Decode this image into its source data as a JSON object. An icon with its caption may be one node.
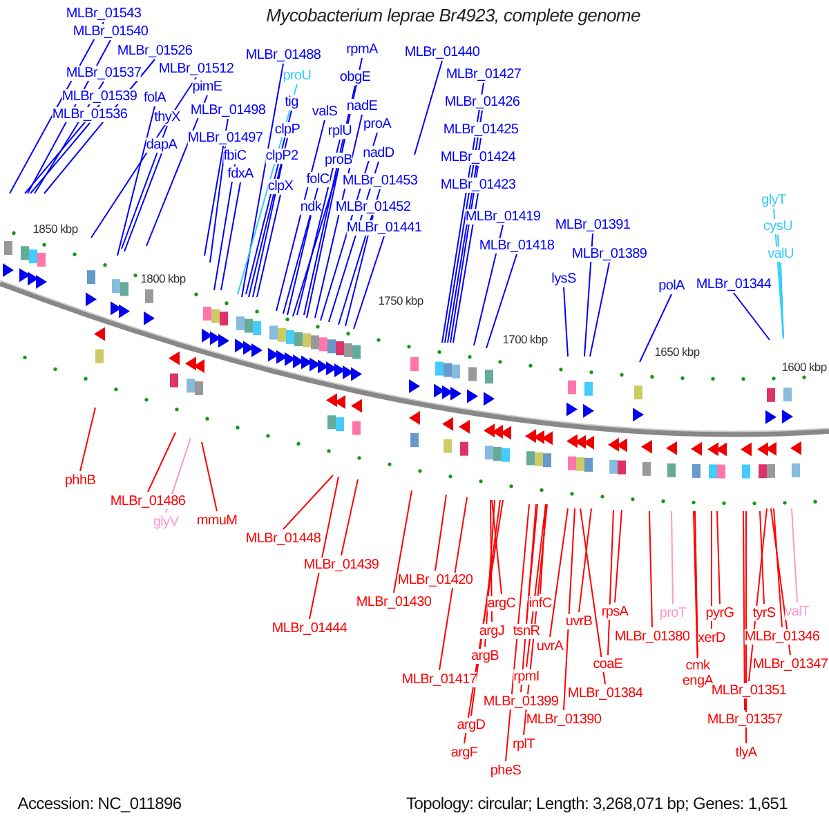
{
  "diagram": {
    "title": "Mycobacterium leprae Br4923, complete genome",
    "nodes": [
      {
        "text": [
          "MLBr_01543"
        ]
      },
      {
        "text": [
          "MLBr_01540"
        ]
      },
      {
        "text": [
          "MLBr_01526"
        ]
      },
      {
        "text": [
          "MLBr_01537"
        ]
      },
      {
        "text": [
          "MLBr_01512"
        ]
      },
      {
        "text": [
          "MLBr_01539"
        ]
      },
      {
        "text": [
          "MLBr_01536"
        ]
      },
      {
        "text": [
          "folA"
        ]
      },
      {
        "text": [
          "pimE"
        ]
      },
      {
        "text": [
          "thyX"
        ]
      },
      {
        "text": [
          "MLBr_01498"
        ]
      },
      {
        "text": [
          "dapA"
        ]
      },
      {
        "text": [
          "MLBr_01497"
        ]
      },
      {
        "text": [
          "fbiC"
        ]
      },
      {
        "text": [
          "fdxA"
        ]
      },
      {
        "text": [
          "MLBr_01488"
        ]
      },
      {
        "text": [
          "proU"
        ]
      },
      {
        "text": [
          "tig"
        ]
      },
      {
        "text": [
          "clpP"
        ]
      },
      {
        "text": [
          "clpP2"
        ]
      },
      {
        "text": [
          "clpX"
        ]
      },
      {
        "text": [
          "rpmA"
        ]
      },
      {
        "text": [
          "obgE"
        ]
      },
      {
        "text": [
          "valS"
        ]
      },
      {
        "text": [
          "nadE"
        ]
      },
      {
        "text": [
          "rplU"
        ]
      },
      {
        "text": [
          "proA"
        ]
      },
      {
        "text": [
          "proB"
        ]
      },
      {
        "text": [
          "nadD"
        ]
      },
      {
        "text": [
          "folC"
        ]
      },
      {
        "text": [
          "MLBr_01453"
        ]
      },
      {
        "text": [
          "ndk"
        ]
      },
      {
        "text": [
          "MLBr_01452"
        ]
      },
      {
        "text": [
          "MLBr_01441"
        ]
      },
      {
        "text": [
          "MLBr_01440"
        ]
      },
      {
        "text": [
          "MLBr_01427"
        ]
      },
      {
        "text": [
          "MLBr_01426"
        ]
      },
      {
        "text": [
          "MLBr_01425"
        ]
      },
      {
        "text": [
          "MLBr_01424"
        ]
      },
      {
        "text": [
          "MLBr_01423"
        ]
      },
      {
        "text": [
          "MLBr_01419"
        ]
      },
      {
        "text": [
          "MLBr_01418"
        ]
      },
      {
        "text": [
          "lysS"
        ]
      },
      {
        "text": [
          "MLBr_01391"
        ]
      },
      {
        "text": [
          "MLBr_01389"
        ]
      },
      {
        "text": [
          "polA"
        ]
      },
      {
        "text": [
          "MLBr_01344"
        ]
      },
      {
        "text": [
          "glyT"
        ]
      },
      {
        "text": [
          "cysU"
        ]
      },
      {
        "text": [
          "valU"
        ]
      },
      {
        "text": [
          "phhB"
        ]
      },
      {
        "text": [
          "MLBr_01486"
        ]
      },
      {
        "text": [
          "glyV"
        ]
      },
      {
        "text": [
          "mmuM"
        ]
      },
      {
        "text": [
          "MLBr_01448"
        ]
      },
      {
        "text": [
          "MLBr_01439"
        ]
      },
      {
        "text": [
          "MLBr_01444"
        ]
      },
      {
        "text": [
          "MLBr_01430"
        ]
      },
      {
        "text": [
          "MLBr_01420"
        ]
      },
      {
        "text": [
          "MLBr_01417"
        ]
      },
      {
        "text": [
          "argC"
        ]
      },
      {
        "text": [
          "argJ"
        ]
      },
      {
        "text": [
          "argB"
        ]
      },
      {
        "text": [
          "argD"
        ]
      },
      {
        "text": [
          "argF"
        ]
      },
      {
        "text": [
          "infC"
        ]
      },
      {
        "text": [
          "tsnR"
        ]
      },
      {
        "text": [
          "rpmI"
        ]
      },
      {
        "text": [
          "MLBr_01399"
        ]
      },
      {
        "text": [
          "rplT"
        ]
      },
      {
        "text": [
          "pheS"
        ]
      },
      {
        "text": [
          "MLBr_01390"
        ]
      },
      {
        "text": [
          "uvrA"
        ]
      },
      {
        "text": [
          "uvrB"
        ]
      },
      {
        "text": [
          "MLBr_01384"
        ]
      },
      {
        "text": [
          "rpsA"
        ]
      },
      {
        "text": [
          "coaE"
        ]
      },
      {
        "text": [
          "MLBr_01380"
        ]
      },
      {
        "text": [
          "proT"
        ]
      },
      {
        "text": [
          "pyrG"
        ]
      },
      {
        "text": [
          "xerD"
        ]
      },
      {
        "text": [
          "cmk"
        ]
      },
      {
        "text": [
          "engA"
        ]
      },
      {
        "text": [
          "tyrS"
        ]
      },
      {
        "text": [
          "valT"
        ]
      },
      {
        "text": [
          "MLBr_01346"
        ]
      },
      {
        "text": [
          "MLBr_01347"
        ]
      },
      {
        "text": [
          "MLBr_01351"
        ]
      },
      {
        "text": [
          "MLBr_01357"
        ]
      },
      {
        "text": [
          "tlyA"
        ]
      }
    ],
    "edges": [
      {
        "from": 0,
        "to": null,
        "arrow": "none",
        "color": "#0000ff"
      },
      {
        "from": 1,
        "to": null,
        "arrow": "none",
        "color": "#0000ff"
      },
      {
        "from": 2,
        "to": null,
        "arrow": "none",
        "color": "#0000ff"
      },
      {
        "from": 3,
        "to": null,
        "arrow": "none",
        "color": "#0000ff"
      },
      {
        "from": 4,
        "to": null,
        "arrow": "none",
        "color": "#0000ff"
      },
      {
        "from": 5,
        "to": null,
        "arrow": "none",
        "color": "#0000ff"
      },
      {
        "from": 6,
        "to": null,
        "arrow": "none",
        "color": "#0000ff"
      },
      {
        "from": 7,
        "to": null,
        "arrow": "none",
        "color": "#0000ff"
      },
      {
        "from": 8,
        "to": null,
        "arrow": "none",
        "color": "#0000ff"
      },
      {
        "from": 9,
        "to": null,
        "arrow": "none",
        "color": "#0000ff"
      },
      {
        "from": 10,
        "to": null,
        "arrow": "none",
        "color": "#0000ff"
      },
      {
        "from": 11,
        "to": null,
        "arrow": "none",
        "color": "#0000ff"
      },
      {
        "from": 12,
        "to": null,
        "arrow": "none",
        "color": "#0000ff"
      },
      {
        "from": 13,
        "to": null,
        "arrow": "none",
        "color": "#0000ff"
      },
      {
        "from": 14,
        "to": null,
        "arrow": "none",
        "color": "#0000ff"
      },
      {
        "from": 15,
        "to": null,
        "arrow": "none",
        "color": "#0000ff"
      },
      {
        "from": 16,
        "to": null,
        "arrow": "none",
        "color": "#33ccff"
      },
      {
        "from": 17,
        "to": null,
        "arrow": "none",
        "color": "#0000ff"
      },
      {
        "from": 18,
        "to": null,
        "arrow": "none",
        "color": "#0000ff"
      },
      {
        "from": 19,
        "to": null,
        "arrow": "none",
        "color": "#0000ff"
      },
      {
        "from": 20,
        "to": null,
        "arrow": "none",
        "color": "#0000ff"
      },
      {
        "from": 21,
        "to": null,
        "arrow": "none",
        "color": "#0000ff"
      },
      {
        "from": 22,
        "to": null,
        "arrow": "none",
        "color": "#0000ff"
      },
      {
        "from": 23,
        "to": null,
        "arrow": "none",
        "color": "#0000ff"
      },
      {
        "from": 24,
        "to": null,
        "arrow": "none",
        "color": "#0000ff"
      },
      {
        "from": 25,
        "to": null,
        "arrow": "none",
        "color": "#0000ff"
      },
      {
        "from": 26,
        "to": null,
        "arrow": "none",
        "color": "#0000ff"
      },
      {
        "from": 27,
        "to": null,
        "arrow": "none",
        "color": "#0000ff"
      },
      {
        "from": 28,
        "to": null,
        "arrow": "none",
        "color": "#0000ff"
      },
      {
        "from": 29,
        "to": null,
        "arrow": "none",
        "color": "#0000ff"
      },
      {
        "from": 30,
        "to": null,
        "arrow": "none",
        "color": "#0000ff"
      },
      {
        "from": 31,
        "to": null,
        "arrow": "none",
        "color": "#0000ff"
      },
      {
        "from": 32,
        "to": null,
        "arrow": "none",
        "color": "#0000ff"
      },
      {
        "from": 33,
        "to": null,
        "arrow": "none",
        "color": "#0000ff"
      },
      {
        "from": 34,
        "to": null,
        "arrow": "none",
        "color": "#0000ff"
      },
      {
        "from": 35,
        "to": null,
        "arrow": "none",
        "color": "#0000ff"
      },
      {
        "from": 36,
        "to": null,
        "arrow": "none",
        "color": "#0000ff"
      },
      {
        "from": 37,
        "to": null,
        "arrow": "none",
        "color": "#0000ff"
      },
      {
        "from": 38,
        "to": null,
        "arrow": "none",
        "color": "#0000ff"
      },
      {
        "from": 39,
        "to": null,
        "arrow": "none",
        "color": "#0000ff"
      },
      {
        "from": 40,
        "to": null,
        "arrow": "none",
        "color": "#0000ff"
      },
      {
        "from": 41,
        "to": null,
        "arrow": "none",
        "color": "#0000ff"
      },
      {
        "from": 42,
        "to": null,
        "arrow": "none",
        "color": "#0000ff"
      },
      {
        "from": 43,
        "to": null,
        "arrow": "none",
        "color": "#0000ff"
      },
      {
        "from": 44,
        "to": null,
        "arrow": "none",
        "color": "#0000ff"
      },
      {
        "from": 45,
        "to": null,
        "arrow": "none",
        "color": "#0000ff"
      },
      {
        "from": 46,
        "to": null,
        "arrow": "none",
        "color": "#0000ff"
      },
      {
        "from": 47,
        "to": null,
        "arrow": "none",
        "color": "#33ccff"
      },
      {
        "from": 48,
        "to": null,
        "arrow": "none",
        "color": "#33ccff"
      },
      {
        "from": 49,
        "to": null,
        "arrow": "none",
        "color": "#33ccff"
      },
      {
        "from": 50,
        "to": null,
        "arrow": "none",
        "color": "#ff0000"
      },
      {
        "from": 51,
        "to": null,
        "arrow": "none",
        "color": "#ff0000"
      },
      {
        "from": 52,
        "to": null,
        "arrow": "none",
        "color": "#ff99cc"
      },
      {
        "from": 53,
        "to": null,
        "arrow": "none",
        "color": "#ff0000"
      },
      {
        "from": 54,
        "to": null,
        "arrow": "none",
        "color": "#ff0000"
      },
      {
        "from": 55,
        "to": null,
        "arrow": "none",
        "color": "#ff0000"
      },
      {
        "from": 56,
        "to": null,
        "arrow": "none",
        "color": "#ff0000"
      },
      {
        "from": 57,
        "to": null,
        "arrow": "none",
        "color": "#ff0000"
      },
      {
        "from": 58,
        "to": null,
        "arrow": "none",
        "color": "#ff0000"
      },
      {
        "from": 59,
        "to": null,
        "arrow": "none",
        "color": "#ff0000"
      },
      {
        "from": 60,
        "to": null,
        "arrow": "none",
        "color": "#ff0000"
      },
      {
        "from": 61,
        "to": null,
        "arrow": "none",
        "color": "#ff0000"
      },
      {
        "from": 62,
        "to": null,
        "arrow": "none",
        "color": "#ff0000"
      },
      {
        "from": 63,
        "to": null,
        "arrow": "none",
        "color": "#ff0000"
      },
      {
        "from": 64,
        "to": null,
        "arrow": "none",
        "color": "#ff0000"
      },
      {
        "from": 65,
        "to": null,
        "arrow": "none",
        "color": "#ff0000"
      },
      {
        "from": 66,
        "to": null,
        "arrow": "none",
        "color": "#ff0000"
      },
      {
        "from": 67,
        "to": null,
        "arrow": "none",
        "color": "#ff0000"
      },
      {
        "from": 68,
        "to": null,
        "arrow": "none",
        "color": "#ff0000"
      },
      {
        "from": 69,
        "to": null,
        "arrow": "none",
        "color": "#ff0000"
      },
      {
        "from": 70,
        "to": null,
        "arrow": "none",
        "color": "#ff0000"
      },
      {
        "from": 71,
        "to": null,
        "arrow": "none",
        "color": "#ff0000"
      },
      {
        "from": 72,
        "to": null,
        "arrow": "none",
        "color": "#ff0000"
      },
      {
        "from": 73,
        "to": null,
        "arrow": "none",
        "color": "#ff0000"
      },
      {
        "from": 74,
        "to": null,
        "arrow": "none",
        "color": "#ff0000"
      },
      {
        "from": 75,
        "to": null,
        "arrow": "none",
        "color": "#ff0000"
      },
      {
        "from": 76,
        "to": null,
        "arrow": "none",
        "color": "#ff0000"
      },
      {
        "from": 77,
        "to": null,
        "arrow": "none",
        "color": "#ff0000"
      },
      {
        "from": 78,
        "to": null,
        "arrow": "none",
        "color": "#ff99cc"
      },
      {
        "from": 79,
        "to": null,
        "arrow": "none",
        "color": "#ff0000"
      },
      {
        "from": 80,
        "to": null,
        "arrow": "none",
        "color": "#ff0000"
      },
      {
        "from": 81,
        "to": null,
        "arrow": "none",
        "color": "#ff0000"
      },
      {
        "from": 82,
        "to": null,
        "arrow": "none",
        "color": "#ff0000"
      },
      {
        "from": 83,
        "to": null,
        "arrow": "none",
        "color": "#ff0000"
      },
      {
        "from": 84,
        "to": null,
        "arrow": "none",
        "color": "#ff99cc"
      },
      {
        "from": 85,
        "to": null,
        "arrow": "none",
        "color": "#ff0000"
      },
      {
        "from": 86,
        "to": null,
        "arrow": "none",
        "color": "#ff0000"
      },
      {
        "from": 87,
        "to": null,
        "arrow": "none",
        "color": "#ff0000"
      },
      {
        "from": 88,
        "to": null,
        "arrow": "none",
        "color": "#ff0000"
      },
      {
        "from": 89,
        "to": null,
        "arrow": "none",
        "color": "#ff0000"
      }
    ],
    "labels": [
      "1850 kbp",
      "1800 kbp",
      "1750 kbp",
      "1700 kbp",
      "1650 kbp",
      "1600 kbp",
      "Accession: NC_011896",
      "Topology: circular; Length: 3,268,071 bp; Genes: 1,651"
    ]
  }
}
